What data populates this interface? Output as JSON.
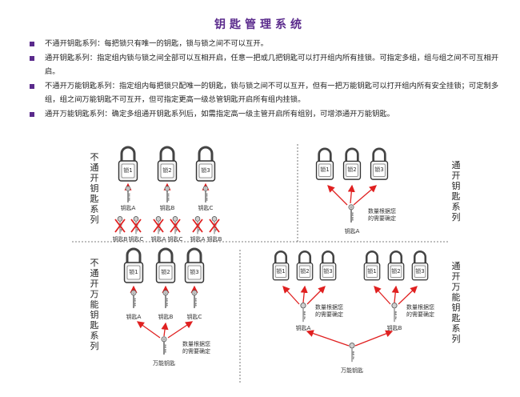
{
  "title": "钥匙管理系统",
  "bullets": [
    "不通开钥匙系列：每把锁只有唯一的钥匙，锁与锁之间不可以互开。",
    "通开钥匙系列：指定组内锁与锁之间全部可以互相开启，任意一把或几把钥匙可以打开组内所有挂锁。可指定多组，组与组之间不可互相开启。",
    "不通开万能钥匙系列：指定组内每把锁只配唯一的钥匙，锁与锁之间不可以互开，但有一把万能钥匙可以打开组内所有安全挂锁；可定制多组，组之间万能钥匙不可互开，但可指定更高一级总管钥匙开启所有组内挂锁。",
    "通开万能钥匙系列：确定多组通开钥匙系列后，如需指定高一级主管开启所有组别，可增添通开万能钥匙。"
  ],
  "colors": {
    "title": "#5a2a8c",
    "bullet": "#5a2a8c",
    "arrow": "#e02020",
    "cross": "#e02020",
    "divider": "#555555"
  },
  "icons": [
    "padlock-icon",
    "key-icon",
    "cross-mark-icon"
  ],
  "panels": {
    "tl": {
      "title": "不通开钥匙系列",
      "locks": [
        "锁1",
        "锁2",
        "锁3"
      ],
      "keys": [
        "钥匙A",
        "钥匙B",
        "钥匙C"
      ],
      "crossed": [
        "钥匙B",
        "钥匙C",
        "钥匙A",
        "钥匙C",
        "钥匙A",
        "钥匙B"
      ]
    },
    "tr": {
      "title": "通开钥匙系列",
      "locks": [
        "锁1",
        "锁2",
        "锁3"
      ],
      "key": "钥匙A",
      "note": [
        "数量根据您",
        "的需要确定"
      ]
    },
    "bl": {
      "title": "不通开万能钥匙系列",
      "locks": [
        "锁1",
        "锁2",
        "锁3"
      ],
      "keys": [
        "钥匙A",
        "钥匙B",
        "钥匙C"
      ],
      "master": "万能钥匙",
      "note": [
        "数量根据您",
        "的需要确定"
      ]
    },
    "br": {
      "title": "通开万能钥匙系列",
      "locks": [
        "锁1",
        "锁2",
        "锁3",
        "锁1",
        "锁2",
        "锁3"
      ],
      "keys": [
        "钥匙A",
        "钥匙B"
      ],
      "master": "万能钥匙",
      "note_a": [
        "数量根据您",
        "的需要确定"
      ],
      "note_b": [
        "数量根据您",
        "的需要确定"
      ]
    }
  }
}
